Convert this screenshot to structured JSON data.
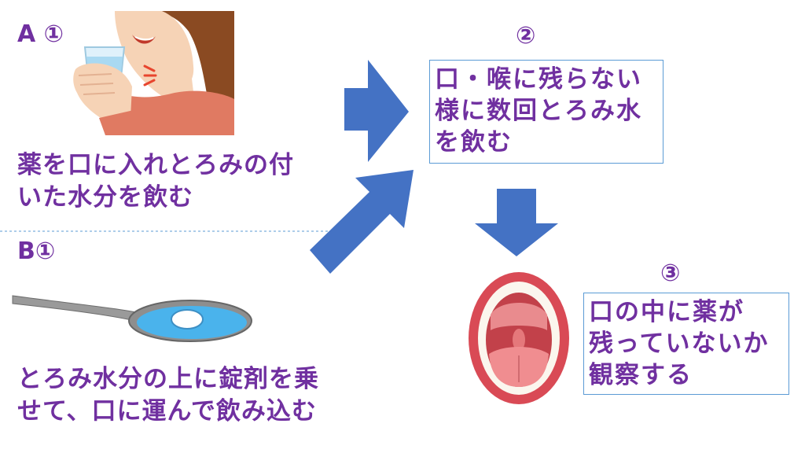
{
  "step_a": {
    "label": "A ①",
    "text_line1": "薬を口に入れとろみの付",
    "text_line2": "いた水分を飲む"
  },
  "step_b": {
    "label": "B①",
    "text_line1": "とろみ水分の上に錠剤を乗",
    "text_line2": "せて、口に運んで飲み込む"
  },
  "step_2": {
    "label": "②",
    "text_line1": "口・喉に残らない",
    "text_line2": "様に数回とろみ水",
    "text_line3": "を飲む"
  },
  "step_3": {
    "label": "③",
    "text_line1": "口の中に薬が",
    "text_line2": "残っていないか",
    "text_line3": "観察する"
  },
  "colors": {
    "text": "#7030a0",
    "arrow": "#4472c4",
    "box_border": "#5b9bd5",
    "divider": "#5b9bd5",
    "spoon_disc": "#4ab3ec"
  },
  "icons": {
    "drinking_woman": "woman-drinking-water-illustration",
    "spoon": "spoon-with-thickened-water-and-tablet",
    "mouth": "open-mouth-illustration"
  }
}
